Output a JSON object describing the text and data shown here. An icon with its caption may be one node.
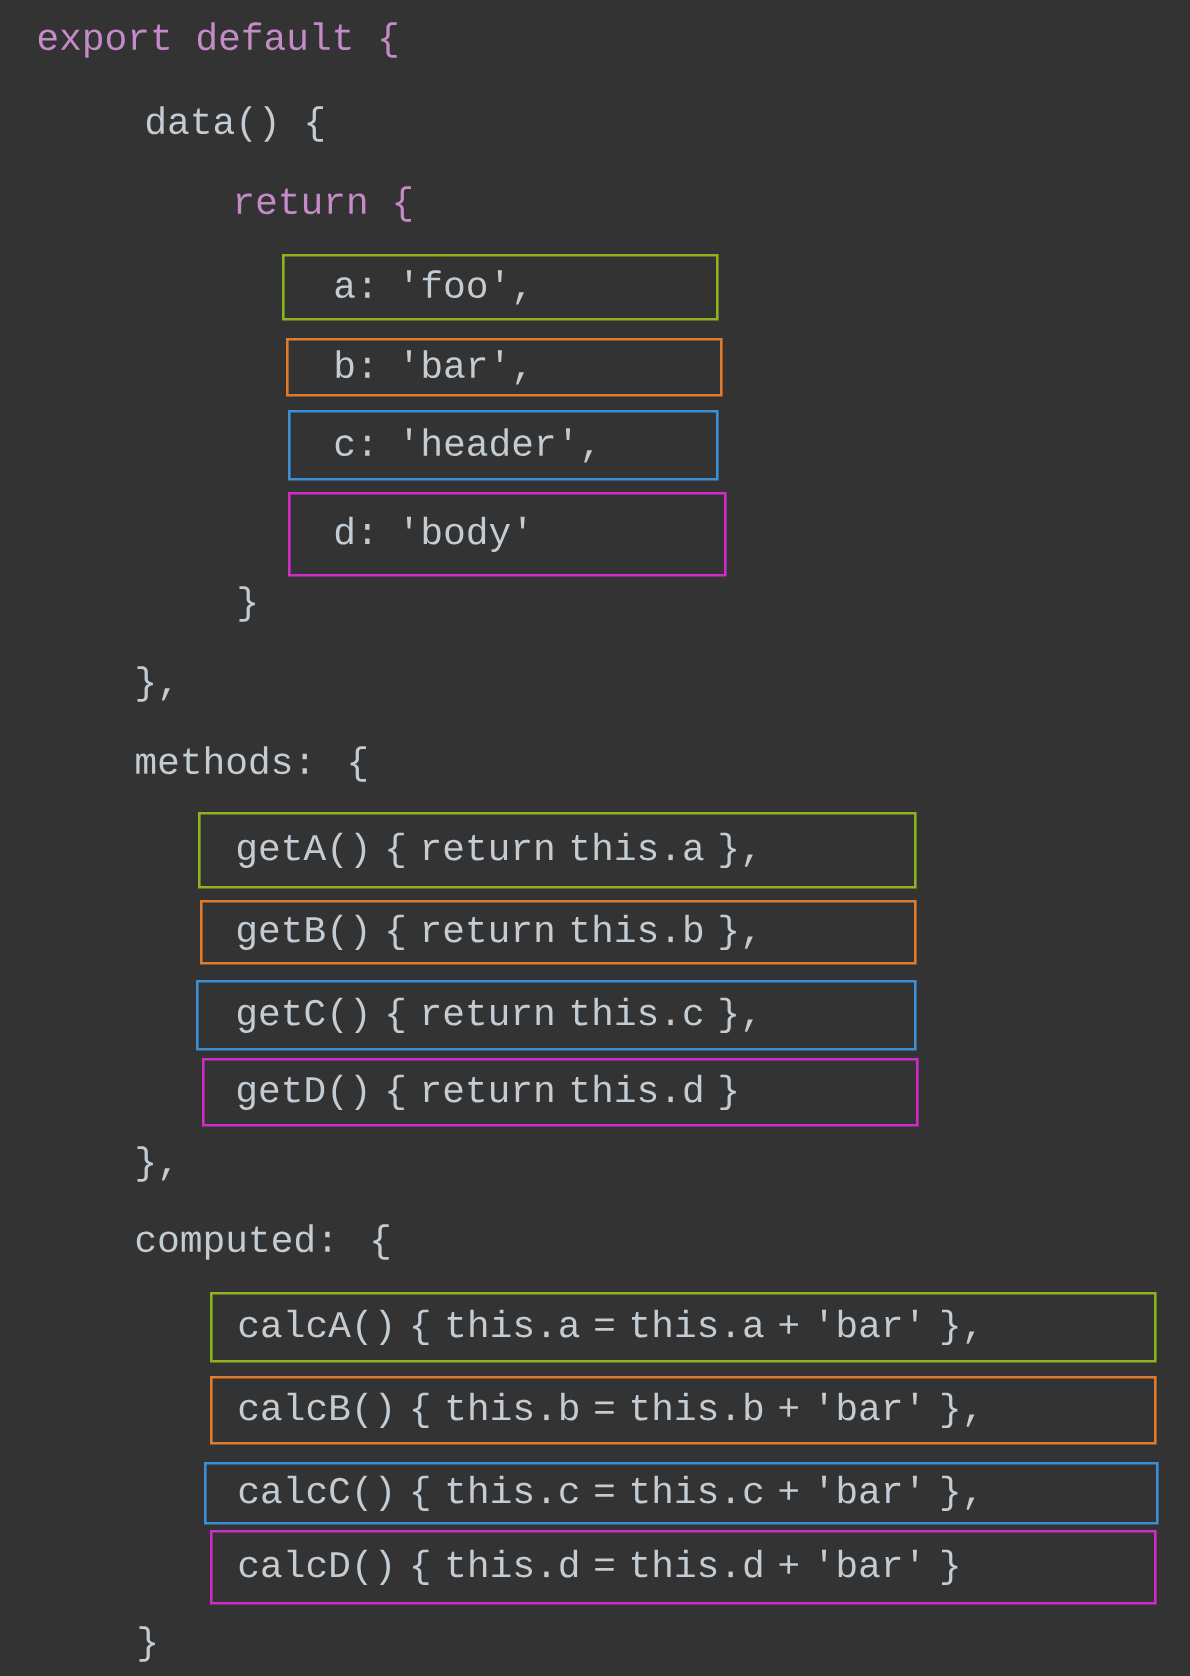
{
  "diagram": {
    "nodes": [
      {
        "text": [
          "a: 'foo',"
        ]
      },
      {
        "text": [
          "b: 'bar',"
        ]
      },
      {
        "text": [
          "c: 'header',"
        ]
      },
      {
        "text": [
          "d: 'body'"
        ]
      },
      {
        "text": [
          "getA() { return this.a },"
        ]
      },
      {
        "text": [
          "getB() { return this.b },"
        ]
      },
      {
        "text": [
          "getC() { return this.c },"
        ]
      },
      {
        "text": [
          "getD() { return this.d }"
        ]
      },
      {
        "text": [
          "calcA() { this.a = this.a + 'bar' },"
        ]
      },
      {
        "text": [
          "calcB() { this.b = this.b + 'bar' },"
        ]
      },
      {
        "text": [
          "calcC() { this.c = this.c + 'bar' },"
        ]
      },
      {
        "text": [
          "calcD() { this.d = this.d + 'bar' }"
        ]
      }
    ],
    "labels": [
      "export default {",
      "data() {",
      "return {",
      "}",
      "},",
      "methods: {",
      "},",
      "computed: {",
      "}"
    ]
  }
}
